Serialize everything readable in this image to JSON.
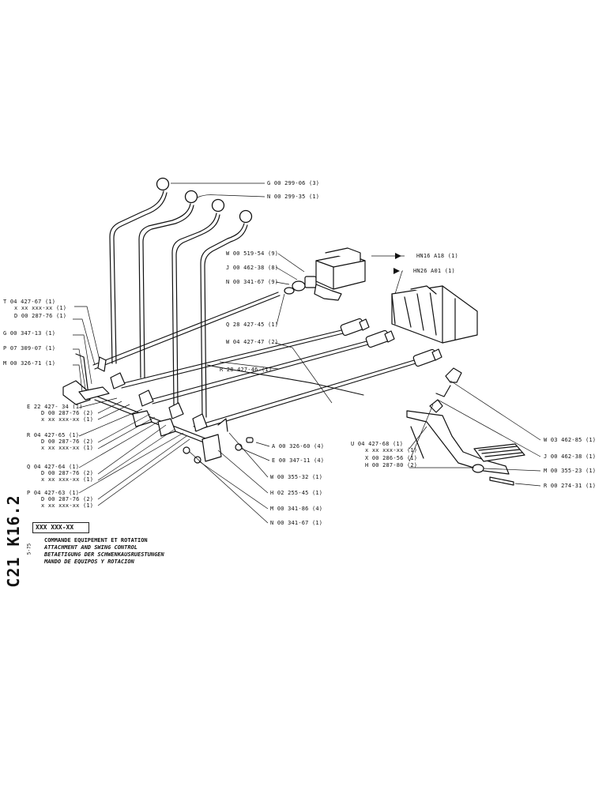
{
  "parts": {
    "g_00_299_06": "G 00 299-06 (3)",
    "n_00_299_35": "N 00 299-35 (1)",
    "w_00_519_54": "W 00 519-54 (9)",
    "j_00_462_38_top": "J 00 462-38 (8)",
    "n_00_341_67_top": "N 00 341-67 (9)",
    "hn16": "HN16  A18 (1)",
    "hn26": "HN26  A01 (1)",
    "t_04_427_67": "T 04 427-67 (1)",
    "x_xx_t": "x xx xxx-xx (1)",
    "d_00_287_76_t": "D 00 287-76 (1)",
    "g_00_347_13": "G 00 347-13 (1)",
    "p_07_309_07": "P 07 309-07 (1)",
    "m_00_326_71": "M 00 326-71 (1)",
    "q_28_427_45": "Q 28 427-45 (1)",
    "w_04_427_47": "W 04 427-47 (2)",
    "r_28_427_46": "R 28 427-46 (1)",
    "e_22_427_34": "E 22 427- 34 (1)",
    "d_00_287_76_e": "D 00 287-76 (2)",
    "x_xx_e": "x xx xxx-xx (1)",
    "r_04_427_65": "R 04 427-65 (1)",
    "d_00_287_76_r": "D 00 287-76 (2)",
    "x_xx_r": "x xx xxx-xx (1)",
    "q_04_427_64": "Q 04 427-64 (1)",
    "d_00_287_76_q": "D 00 287-76 (2)",
    "x_xx_q": "x xx xxx-xx (1)",
    "p_04_427_63": "P 04 427-63 (1)",
    "d_00_287_76_p": "D 00 287-76 (2)",
    "x_xx_p": "x xx xxx-xx (1)",
    "a_00_326_60": "A 00 326-60 (4)",
    "e_00_347_11": "E 00 347-11 (4)",
    "w_00_355_32": "W 00 355-32 (1)",
    "h_02_255_45": "H 02 255-45 (1)",
    "m_00_341_86": "M 00 341-86 (4)",
    "n_00_341_67_bot": "N 00 341-67 (1)",
    "u_04_427_68": "U 04 427-68 (1)",
    "x_xx_u": "x xx xxx-xx (1)",
    "x_00_286_56": "X 00 286-56 (1)",
    "h_00_287_80": "H 00 287-80 (2)",
    "w_03_462_85": "W 03 462-85 (1)",
    "j_00_462_38_right": "J 00 462-38 (1)",
    "m_00_355_23": "M 00 355-23 (1)",
    "r_00_274_31": "R 00 274-31 (1)"
  },
  "sheet": {
    "code": "C21 K16.2",
    "date": "5-75",
    "ref": "XXX XXX-XX",
    "title_fr": "COMMANDE EQUIPEMENT ET ROTATION",
    "title_en": "ATTACHMENT AND SWING CONTROL",
    "title_de": "BETAETIGUNG DER SCHWENKAUSRUESTUNGEN",
    "title_es": "MANDO DE EQUIPOS Y ROTACION"
  }
}
